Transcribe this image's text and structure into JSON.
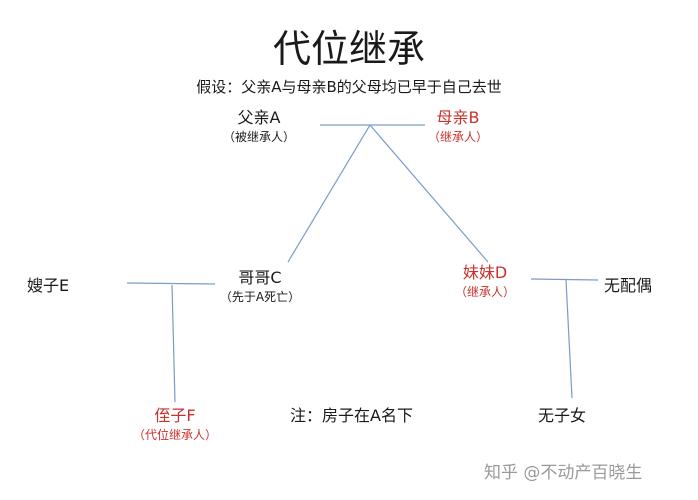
{
  "title": "代位继承",
  "subtitle": "假设：父亲A与母亲B的父母均已早于自己去世",
  "colors": {
    "line": "#7a9cc6",
    "heir": "#c8322f",
    "text": "#1a1a1a"
  },
  "people": {
    "father": {
      "name": "父亲A",
      "role": "（被继承人）"
    },
    "mother": {
      "name": "母亲B",
      "role": "（继承人）"
    },
    "brother": {
      "name": "哥哥C",
      "role": "（先于A死亡）"
    },
    "sister": {
      "name": "妹妹D",
      "role": "（继承人）"
    },
    "sister_in_law": {
      "name": "嫂子E"
    },
    "no_spouse": {
      "name": "无配偶"
    },
    "nephew": {
      "name": "侄子F",
      "role": "（代位继承人）"
    },
    "no_children": {
      "name": "无子女"
    }
  },
  "note": "注：房子在A名下",
  "watermark": "知乎 @不动产百晓生"
}
